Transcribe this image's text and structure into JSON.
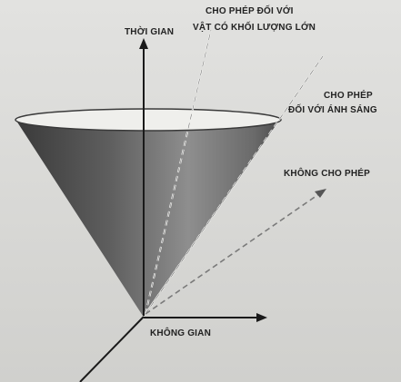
{
  "diagram": {
    "axes": {
      "time_label": "THỜI GIAN",
      "space_label": "KHÔNG GIAN"
    },
    "rays": {
      "massive_line1": "CHO PHÉP ĐỐI VỚI",
      "massive_line2": "VẬT CÓ KHỐI LƯỢNG LỚN",
      "light_line1": "CHO PHÉP",
      "light_line2": "ĐỐI VỚI ÁNH SÁNG",
      "forbidden": "KHÔNG CHO PHÉP"
    },
    "colors": {
      "page": "#d9d9d7",
      "cone_dark": "#3a3a3a",
      "cone_light": "#8e8e8e",
      "rim_fill": "#efefec",
      "axis": "#1a1a1a",
      "ray": "#f2f2f0"
    }
  }
}
